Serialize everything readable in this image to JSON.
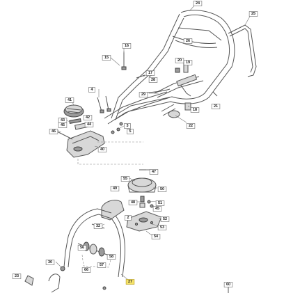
{
  "diagram": {
    "highlight_color": "#f6e36a",
    "labels": [
      {
        "id": "l24",
        "text": "24"
      },
      {
        "id": "l25",
        "text": "25"
      },
      {
        "id": "l16",
        "text": "16"
      },
      {
        "id": "l26",
        "text": "26"
      },
      {
        "id": "l15",
        "text": "15"
      },
      {
        "id": "l20",
        "text": "20"
      },
      {
        "id": "l19",
        "text": "19"
      },
      {
        "id": "l17",
        "text": "17"
      },
      {
        "id": "l28",
        "text": "28"
      },
      {
        "id": "l4",
        "text": "4"
      },
      {
        "id": "l29",
        "text": "29"
      },
      {
        "id": "l18",
        "text": "18"
      },
      {
        "id": "l21",
        "text": "21"
      },
      {
        "id": "l41",
        "text": "41"
      },
      {
        "id": "l42",
        "text": "42"
      },
      {
        "id": "l43",
        "text": "43"
      },
      {
        "id": "l45",
        "text": "45"
      },
      {
        "id": "l44",
        "text": "44"
      },
      {
        "id": "l3",
        "text": "3"
      },
      {
        "id": "l5",
        "text": "5"
      },
      {
        "id": "l22",
        "text": "22"
      },
      {
        "id": "l46",
        "text": "46"
      },
      {
        "id": "l40",
        "text": "40"
      },
      {
        "id": "l47",
        "text": "47"
      },
      {
        "id": "l55",
        "text": "55"
      },
      {
        "id": "l49",
        "text": "49"
      },
      {
        "id": "l50",
        "text": "50"
      },
      {
        "id": "l48",
        "text": "48"
      },
      {
        "id": "l51",
        "text": "51"
      },
      {
        "id": "l45b",
        "text": "45"
      },
      {
        "id": "l52",
        "text": "52"
      },
      {
        "id": "l53",
        "text": "53"
      },
      {
        "id": "l54",
        "text": "54"
      },
      {
        "id": "l2",
        "text": "2"
      },
      {
        "id": "l32",
        "text": "32"
      },
      {
        "id": "l56",
        "text": "56"
      },
      {
        "id": "l57",
        "text": "57"
      },
      {
        "id": "l58",
        "text": "58"
      },
      {
        "id": "l30",
        "text": "30"
      },
      {
        "id": "l66",
        "text": "66"
      },
      {
        "id": "l23",
        "text": "23"
      },
      {
        "id": "l27",
        "text": "27"
      },
      {
        "id": "l60",
        "text": "60"
      }
    ]
  }
}
